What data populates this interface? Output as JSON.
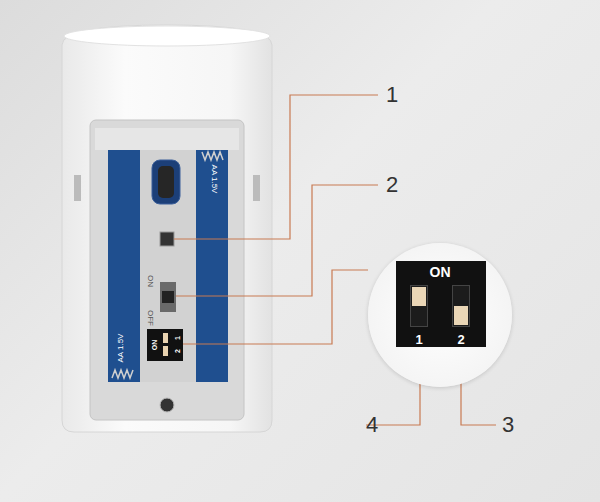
{
  "diagram": {
    "nodes": [
      {
        "text": [
          "ON",
          "1",
          "2"
        ]
      }
    ],
    "labels": [
      "1",
      "2",
      "3",
      "4",
      "AA 1.5V",
      "AA 1.5V",
      "ON",
      "OFF",
      "ON",
      "1",
      "2"
    ]
  }
}
